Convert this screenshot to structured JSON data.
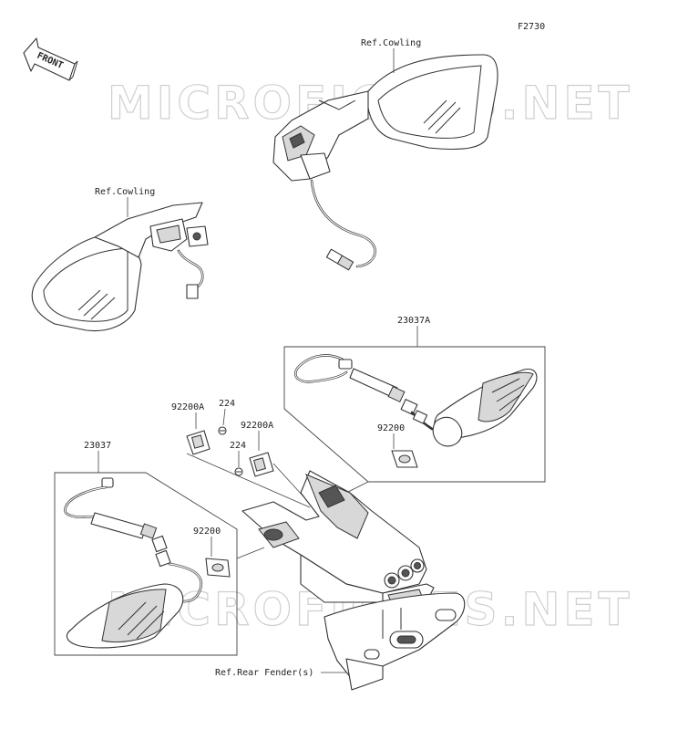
{
  "diagram": {
    "figure_code": "F2730",
    "watermark": "MICROFICHES.NET",
    "front_label": "FRONT",
    "labels": {
      "ref_cowling_right": "Ref.Cowling",
      "ref_cowling_left": "Ref.Cowling",
      "part_23037A": "23037A",
      "part_23037": "23037",
      "part_92200A_left": "92200A",
      "part_224_top": "224",
      "part_92200A_right": "92200A",
      "part_224_bottom": "224",
      "part_92200_right": "92200",
      "part_92200_left": "92200",
      "ref_rear_fender": "Ref.Rear Fender(s)"
    }
  }
}
